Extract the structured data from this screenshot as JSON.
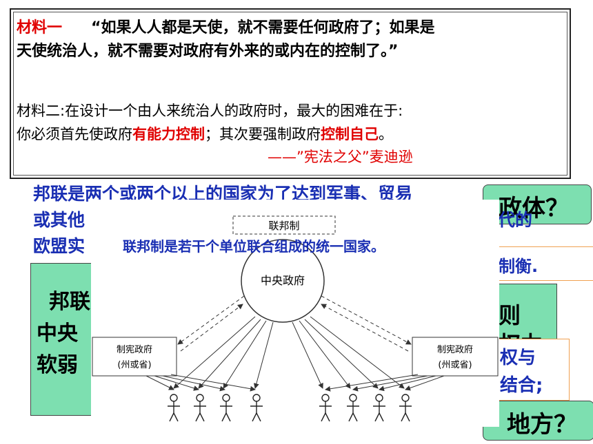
{
  "material1": {
    "label": "材料一",
    "line1": "“如果人人都是天使，就不需要任何政府了；如果是",
    "line2": "天使统治人，就不需要对政府有外来的或内在的控制了。”"
  },
  "material2": {
    "line1": "材料二:在设计一个由人来统治人的政府时，最大的困难在于:",
    "line2_a": "你必须首先使政府",
    "line2_b": "有能力控制",
    "line2_c": "；其次要强制政府",
    "line2_d": "控制自己",
    "line2_e": "。",
    "signature": "——”宪法之父”麦迪逊"
  },
  "back_text": {
    "line1": "邦联是两个或两个以上的国家为了达到军事、贸易",
    "line2_frag": "或其他",
    "line2_tail": "代的",
    "line3_frag": "欧盟实"
  },
  "right_panel": {
    "q1": "政体？",
    "r2": "制衡.",
    "r3a": "则",
    "r3b": "权力",
    "r4a": "权与",
    "r4b": "结合;",
    "q2": "地方？"
  },
  "left_green": {
    "line1": "邦联",
    "line2": "中央",
    "line3": "软弱"
  },
  "diagram": {
    "title_overlay": "联邦制是若干个单位联合组成的统一国家。",
    "top_label": "联邦制",
    "center_label": "中央政府",
    "left_label_1": "制宪政府",
    "left_label_2": "(州或省)",
    "right_label_1": "制宪政府",
    "right_label_2": "(州或省)"
  }
}
